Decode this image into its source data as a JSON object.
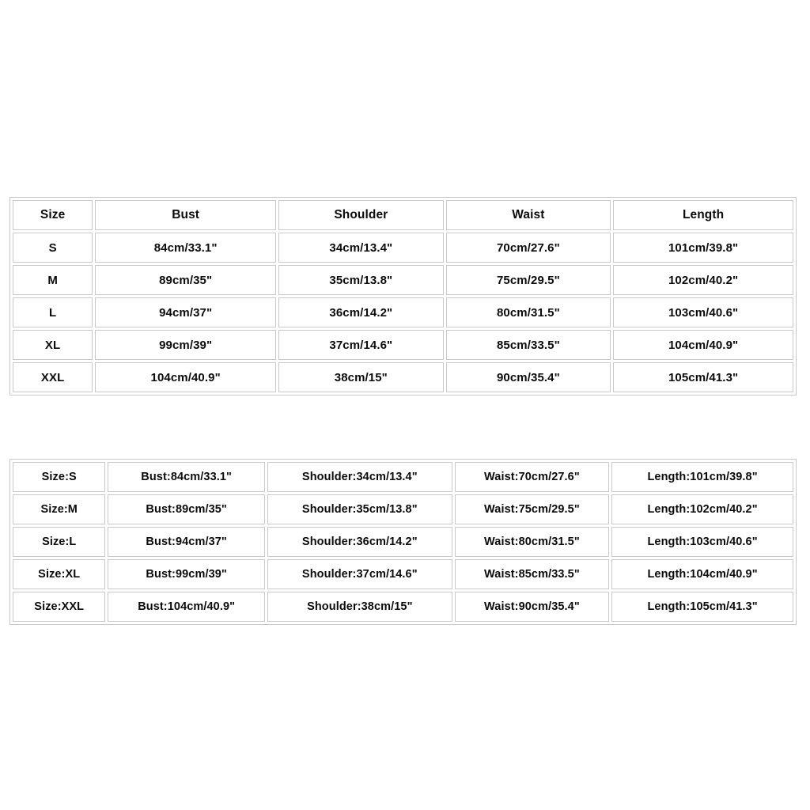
{
  "size_chart": {
    "table_plain": {
      "columns": [
        "Size",
        "Bust",
        "Shoulder",
        "Waist",
        "Length"
      ],
      "rows": [
        {
          "size": "S",
          "bust": "84cm/33.1\"",
          "shoulder": "34cm/13.4\"",
          "waist": "70cm/27.6\"",
          "length": "101cm/39.8\""
        },
        {
          "size": "M",
          "bust": "89cm/35\"",
          "shoulder": "35cm/13.8\"",
          "waist": "75cm/29.5\"",
          "length": "102cm/40.2\""
        },
        {
          "size": "L",
          "bust": "94cm/37\"",
          "shoulder": "36cm/14.2\"",
          "waist": "80cm/31.5\"",
          "length": "103cm/40.6\""
        },
        {
          "size": "XL",
          "bust": "99cm/39\"",
          "shoulder": "37cm/14.6\"",
          "waist": "85cm/33.5\"",
          "length": "104cm/40.9\""
        },
        {
          "size": "XXL",
          "bust": "104cm/40.9\"",
          "shoulder": "38cm/15\"",
          "waist": "90cm/35.4\"",
          "length": "105cm/41.3\""
        }
      ]
    },
    "table_labelled": {
      "rows": [
        {
          "size": "Size:S",
          "bust": "Bust:84cm/33.1\"",
          "shoulder": "Shoulder:34cm/13.4\"",
          "waist": "Waist:70cm/27.6\"",
          "length": "Length:101cm/39.8\""
        },
        {
          "size": "Size:M",
          "bust": "Bust:89cm/35\"",
          "shoulder": "Shoulder:35cm/13.8\"",
          "waist": "Waist:75cm/29.5\"",
          "length": "Length:102cm/40.2\""
        },
        {
          "size": "Size:L",
          "bust": "Bust:94cm/37\"",
          "shoulder": "Shoulder:36cm/14.2\"",
          "waist": "Waist:80cm/31.5\"",
          "length": "Length:103cm/40.6\""
        },
        {
          "size": "Size:XL",
          "bust": "Bust:99cm/39\"",
          "shoulder": "Shoulder:37cm/14.6\"",
          "waist": "Waist:85cm/33.5\"",
          "length": "Length:104cm/40.9\""
        },
        {
          "size": "Size:XXL",
          "bust": "Bust:104cm/40.9\"",
          "shoulder": "Shoulder:38cm/15\"",
          "waist": "Waist:90cm/35.4\"",
          "length": "Length:105cm/41.3\""
        }
      ]
    },
    "colors": {
      "background": "#ffffff",
      "border": "#c9c9c9",
      "text": "#0b0b0b"
    }
  }
}
